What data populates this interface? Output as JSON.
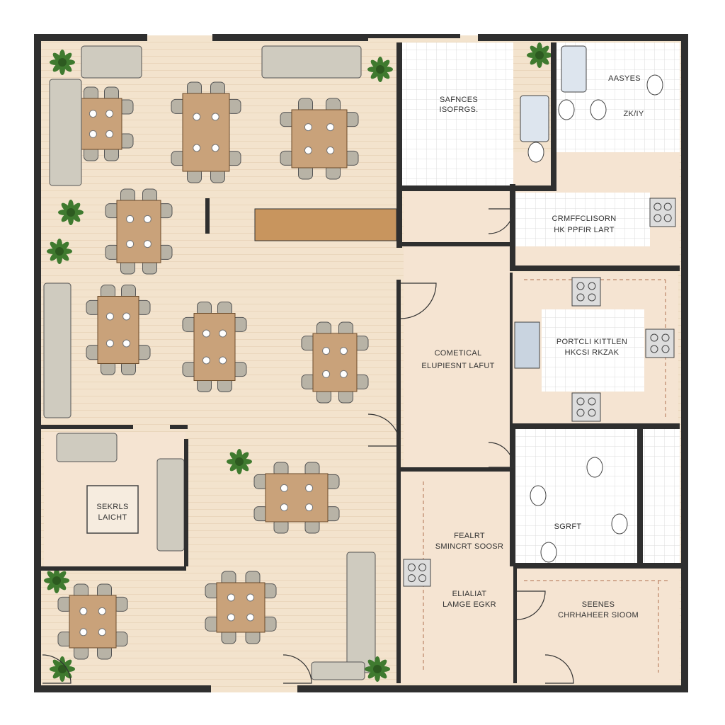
{
  "plan": {
    "colors": {
      "wall": "#2f2f2f",
      "floor": "#f3e3cd",
      "room_floor": "#f5e4d2",
      "tile": "#ffffff",
      "tile_line": "#dcdcdc",
      "table": "#c9a27a",
      "chair": "#b8b3a6",
      "sofa": "#cfcbbf",
      "plant": "#3f7a2f"
    },
    "rooms": [
      {
        "name": "storage",
        "lines": [
          "SAFNCES",
          "ISOFRGS."
        ]
      },
      {
        "name": "bathroom",
        "lines": [
          "AASYES",
          "ZK/IY"
        ]
      },
      {
        "name": "prep-room",
        "lines": [
          "CRMFFCLISORN",
          "HK PPFIR LART"
        ]
      },
      {
        "name": "kitchen",
        "lines": [
          "PORTCLI KITTLEN",
          "HKCSI RKZAK"
        ]
      },
      {
        "name": "corridor",
        "lines": [
          "COMETICAL",
          "ELUPIESNT LAFUT"
        ]
      },
      {
        "name": "restroom",
        "lines": [
          "SGRFT"
        ]
      },
      {
        "name": "staff-room",
        "lines": [
          "FEALRT",
          "SMINCRT SOOSR"
        ]
      },
      {
        "name": "lounge-room",
        "lines": [
          "ELIALIAT",
          "LAMGE EGKR"
        ]
      },
      {
        "name": "service-room",
        "lines": [
          "SEENES",
          "CHRHAHEER SIOOM"
        ]
      },
      {
        "name": "lounge",
        "lines": [
          "SEKRLS",
          "LAICHT"
        ]
      }
    ]
  }
}
